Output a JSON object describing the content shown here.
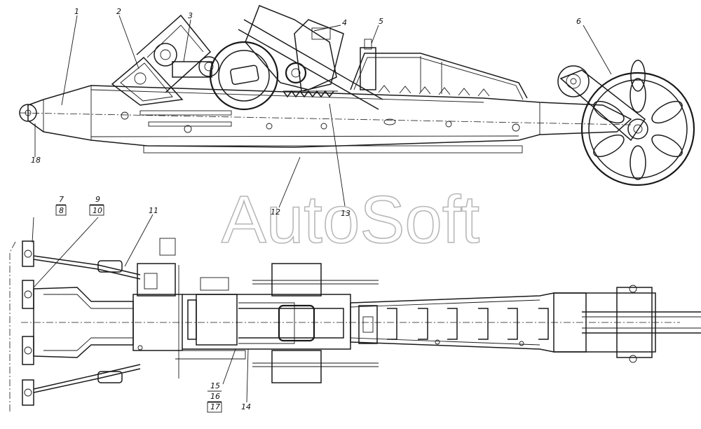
{
  "watermark": "AutoSoft",
  "callouts": [
    {
      "id": "c1",
      "label": "1"
    },
    {
      "id": "c2",
      "label": "2"
    },
    {
      "id": "c3",
      "label": "3"
    },
    {
      "id": "c4",
      "label": "4"
    },
    {
      "id": "c5",
      "label": "5"
    },
    {
      "id": "c6",
      "label": "6"
    },
    {
      "id": "c7",
      "label": "7"
    },
    {
      "id": "c8",
      "label": "8"
    },
    {
      "id": "c9",
      "label": "9"
    },
    {
      "id": "c10",
      "label": "10"
    },
    {
      "id": "c11",
      "label": "11"
    },
    {
      "id": "c12",
      "label": "12"
    },
    {
      "id": "c13",
      "label": "13"
    },
    {
      "id": "c14",
      "label": "14"
    },
    {
      "id": "c15",
      "label": "15"
    },
    {
      "id": "c16",
      "label": "16"
    },
    {
      "id": "c17",
      "label": "17"
    },
    {
      "id": "c18",
      "label": "18"
    }
  ]
}
